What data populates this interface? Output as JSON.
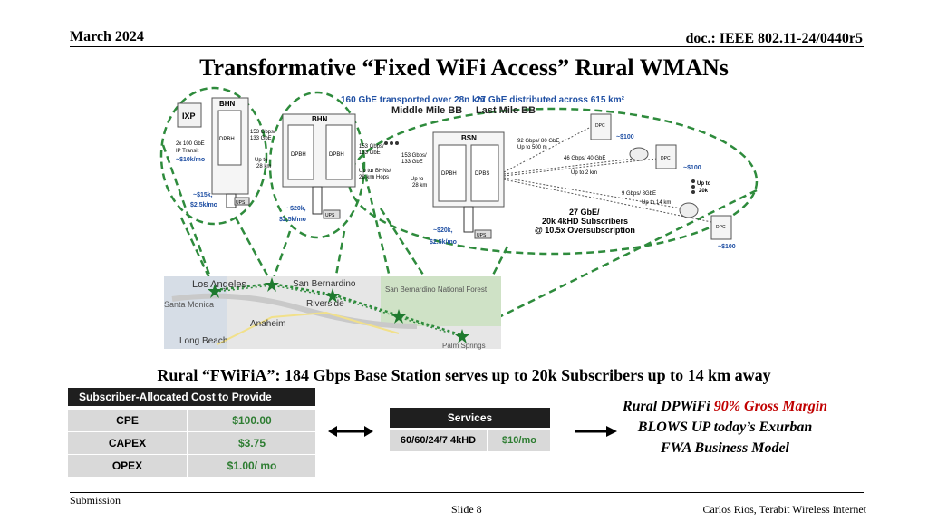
{
  "header": {
    "date": "March 2024",
    "doc": "doc.: IEEE 802.11-24/0440r5"
  },
  "title": "Transformative “Fixed WiFi Access” Rural WMANs",
  "diagram": {
    "top_label_1": "160 GbE transported  over 28n km",
    "top_label_2": "27 GbE distributed across 615 km²",
    "middle_mile": "Middle Mile BB",
    "last_mile": "Last Mile BB",
    "ixp": "IXP",
    "bhn1": "BHN",
    "bhn2": "BHN",
    "bsn": "BSN",
    "dpbh": "DPBH",
    "dpbs": "DPBS",
    "ups": "UPS",
    "transit_1": "2x 100 GbE",
    "transit_2": "IP Transit",
    "transit_3": "~$10k/mo",
    "link1_a": "153 Gbps/",
    "link1_b": "133 GbE",
    "link1_c": "Up to",
    "link1_d": "28 km",
    "link2_a": "153 Gbps/",
    "link2_b": "133 GbE",
    "link2_c": "Up to",
    "link2_d": "28 km",
    "nbhn": "n BHNs/",
    "nhops": "n Hops",
    "link3_a": "153 Gbps/",
    "link3_b": "133 GbE",
    "link3_c": "Up to",
    "link3_d": "28 km",
    "cost1_a": "~$15k,",
    "cost1_b": "$2.5k/mo",
    "cost2_a": "~$20k,",
    "cost2_b": "$2.5k/mo",
    "cost3_a": "~$20k,",
    "cost3_b": "$2.5k/mo",
    "r1_a": "92 Gbps/ 80 GbE",
    "r1_b": "Up to 500 m",
    "r2_a": "46 Gbps/ 40 GbE",
    "r2_b": "Up to 2 km",
    "r3_a": "9 Gbps/ 8GbE",
    "r3_b": "Up to 14 km",
    "dpc": "DPC",
    "dpc_cost": "~$100",
    "upto20k_a": "Up to",
    "upto20k_b": "20k",
    "subs_a": "27 GbE/",
    "subs_b": "20k 4kHD Subscribers",
    "subs_c": "@ 10.5x Oversubscription",
    "map_labels": [
      "Los Angeles",
      "San Bernardino",
      "Santa Monica",
      "Anaheim",
      "Riverside",
      "Long Beach",
      "San Bernardino National Forest",
      "Palm Springs"
    ]
  },
  "caption": "Rural “FWiFiA”: 184 Gbps Base Station serves up to 20k Subscribers up to 14 km away",
  "cost_table": {
    "header": "Subscriber-Allocated Cost to Provide Services",
    "rows": [
      {
        "label": "CPE",
        "value": "$100.00"
      },
      {
        "label": "CAPEX",
        "value": "$3.75"
      },
      {
        "label": "OPEX",
        "value": "$1.00/ mo"
      }
    ]
  },
  "services_table": {
    "header": "Services",
    "row": {
      "label": "60/60/24/7 4kHD",
      "value": "$10/mo"
    }
  },
  "margin_text": {
    "line1_a": "Rural DPWiFi ",
    "line1_b": "90% Gross Margin",
    "line2": "BLOWS UP today’s Exurban",
    "line3": "FWA Business Model"
  },
  "footer": {
    "left": "Submission",
    "center": "Slide 8",
    "right": "Carlos Rios, Terabit Wireless Internet"
  },
  "colors": {
    "dashed_green": "#2e8b3c",
    "cost_green": "#2e7d32",
    "top_label_blue": "#1f4fa3",
    "cost_red": "#c00000"
  }
}
